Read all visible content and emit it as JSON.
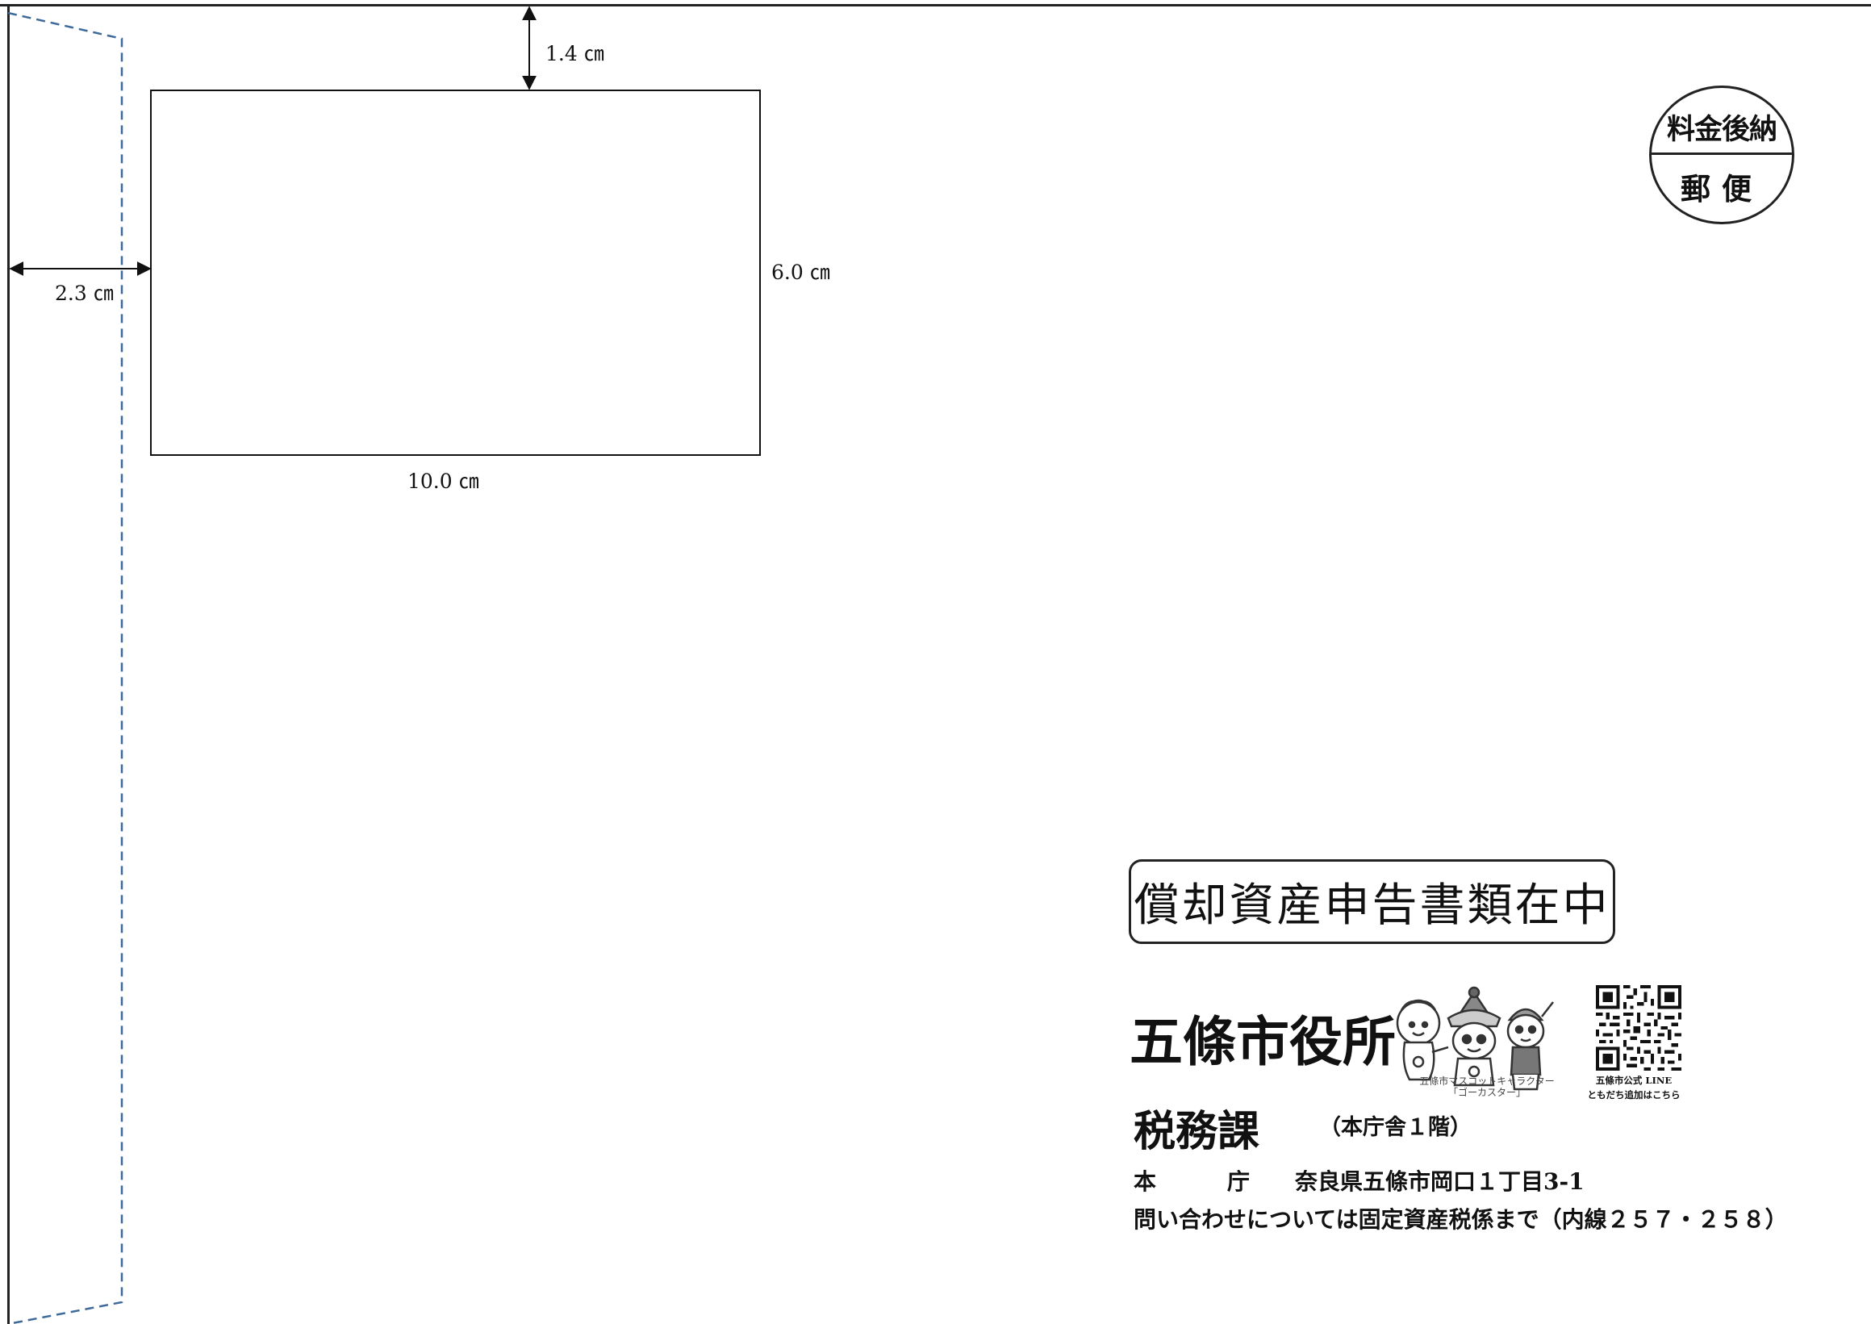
{
  "dimensions": {
    "top_margin": "1.4 ㎝",
    "left_margin": "2.3 ㎝",
    "window_height": "6.0 ㎝",
    "window_width": "10.0 ㎝"
  },
  "postage_stamp": {
    "line1": "料金後納",
    "line2": "郵便"
  },
  "enclosure_notice": "償却資産申告書類在中",
  "sender": {
    "city_office": "五條市役所",
    "mascot_caption_1": "五條市マスコットキャラクター",
    "mascot_caption_2": "「ゴーカスター」",
    "qr_caption_1": "五條市公式 LINE",
    "qr_caption_2": "ともだち追加はこちら",
    "department": "税務課",
    "floor": "（本庁舎１階）",
    "address_label_1": "本",
    "address_label_2": "庁",
    "address": "奈良県五條市岡口１丁目3-1",
    "contact": "問い合わせについては固定資産税係まで（内線２５７・２５８）"
  },
  "colors": {
    "fold_line": "#3d6a9a",
    "text": "#111111"
  }
}
